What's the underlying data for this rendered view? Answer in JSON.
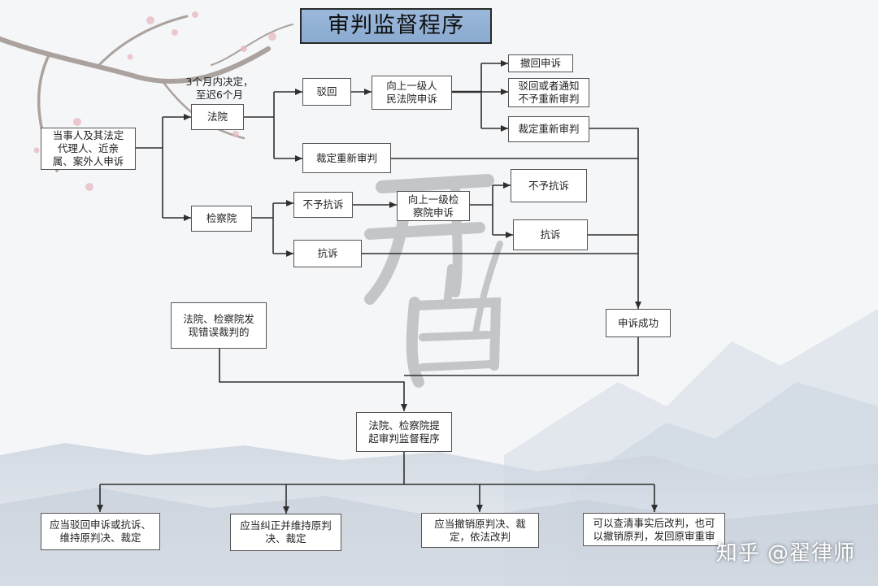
{
  "title": "审判监督程序",
  "note_time": "3个月内决定，\n至迟6个月",
  "nodes": {
    "appellant": "当事人及其法定\n代理人、近亲\n属、案外人申诉",
    "court": "法院",
    "procuratorate": "检察院",
    "reject": "驳回",
    "court_retrial": "裁定重新审判",
    "appeal_upper_court": "向上一级人\n民法院申诉",
    "withdraw_appeal": "撤回申诉",
    "reject_or_notify": "驳回或者通知\n不予重新审判",
    "ruling_retrial": "裁定重新审判",
    "no_protest": "不予抗诉",
    "protest": "抗诉",
    "appeal_upper_procuratorate": "向上一级检\n察院申诉",
    "no_protest_2": "不予抗诉",
    "protest_2": "抗诉",
    "appeal_success": "申诉成功",
    "error_found": "法院、检察院发\n现错误裁判的",
    "initiate": "法院、检察院提\n起审判监督程序",
    "out_uphold": "应当驳回申诉或抗诉、\n维持原判决、裁定",
    "out_correct": "应当纠正并维持原判\n决、裁定",
    "out_revoke": "应当撤销原判决、裁\n定，依法改判",
    "out_remand": "可以查清事实后改判，也可\n以撤销原判，发回原审重审"
  },
  "watermark": "知乎 @翟律师"
}
